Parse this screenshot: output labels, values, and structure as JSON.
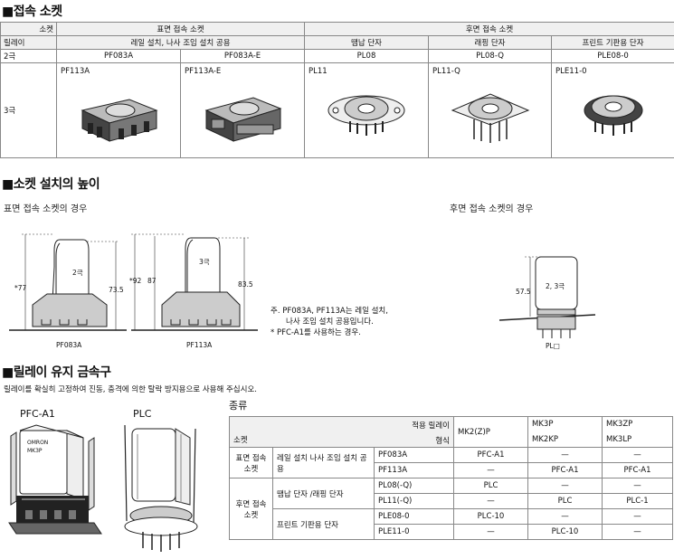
{
  "section1": {
    "title": "■접속 소켓",
    "table": {
      "corner_socket": "소켓",
      "corner_relay": "릴레이",
      "group_front": "표면 접속 소켓",
      "group_back": "후면 접속 소켓",
      "sub_front": "레일 설치, 나사 조임 설치 공용",
      "sub_solder": "땜납 단자",
      "sub_wrap": "래핑 단자",
      "sub_pcb": "프린트 기판용 단자",
      "row2_label": "2극",
      "row2": [
        "PF083A",
        "PF083A-E",
        "PL08",
        "PL08-Q",
        "PLE08-0"
      ],
      "row3_label": "3극",
      "row3": [
        "PF113A",
        "PF113A-E",
        "PL11",
        "PL11-Q",
        "PLE11-0"
      ]
    }
  },
  "section2": {
    "title": "■소켓 설치의 높이",
    "front_caption": "표면 접속 소켓의 경우",
    "back_caption": "후면 접속 소켓의 경우",
    "fig1": {
      "relay_label": "2극",
      "dim_left": "*77",
      "dim_right": "73.5",
      "name": "PF083A"
    },
    "fig2": {
      "relay_label": "3극",
      "dim_left1": "*92",
      "dim_left2": "87",
      "dim_right": "83.5",
      "name": "PF113A"
    },
    "fig3": {
      "relay_label": "2, 3극",
      "dim_left": "57.5",
      "name": "PL□"
    },
    "notes": [
      "주.  PF083A, PF113A는 레일 설치,",
      "나사 조임 설치 공용입니다.",
      "* PFC-A1를 사용하는 경우."
    ]
  },
  "section3": {
    "title": "■릴레이 유지 금속구",
    "description": "릴레이를 확실히 고정하여 진동, 충격에 의한 탈락 방지용으로 사용해 주십시오.",
    "img1_label": "PFC-A1",
    "img2_label": "PLC",
    "img1_text1": "OMRON",
    "img1_text2": "MK3P",
    "kind_title": "종류",
    "table": {
      "hdr_apply": "적용 릴레이",
      "hdr_type": "형식",
      "hdr_socket": "소켓",
      "col_mk2": "MK2(Z)P",
      "col_mk3a": "MK3P",
      "col_mk3b": "MK2KP",
      "col_mk3za": "MK3ZP",
      "col_mk3zb": "MK3LP",
      "grp_front": "표면 접속 소켓",
      "grp_back": "후면 접속 소켓",
      "sub_rail": "레일 설치 나사 조임 설치 공용",
      "sub_solder": "땜납 단자 /래핑 단자",
      "sub_pcb": "프린트 기판용 단자",
      "rows": [
        [
          "PF083A",
          "PFC-A1",
          "—",
          "—"
        ],
        [
          "PF113A",
          "—",
          "PFC-A1",
          "PFC-A1"
        ],
        [
          "PL08(-Q)",
          "PLC",
          "—",
          "—"
        ],
        [
          "PL11(-Q)",
          "—",
          "PLC",
          "PLC-1"
        ],
        [
          "PLE08-0",
          "PLC-10",
          "—",
          "—"
        ],
        [
          "PLE11-0",
          "—",
          "PLC-10",
          "—"
        ]
      ]
    }
  }
}
